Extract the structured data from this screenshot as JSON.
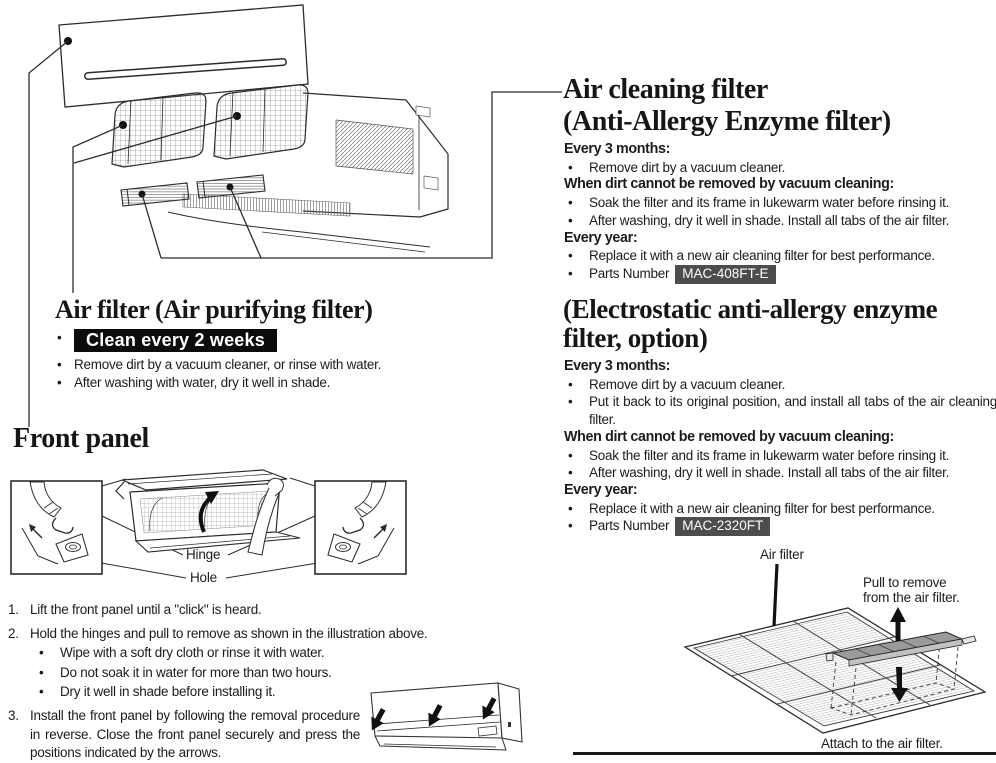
{
  "page": {
    "bg": "#ffffff",
    "ink": "#1c1c1c"
  },
  "colors": {
    "clean_badge_bg": "#0c0c0c",
    "clean_badge_text": "#ffffff",
    "parts_badge_bg": "#4d4d4d",
    "parts_badge_text": "#ffffff"
  },
  "air_filter": {
    "title": "Air filter (Air purifying filter)",
    "badge": "Clean every 2 weeks",
    "bullets": [
      "Remove dirt by a vacuum cleaner, or rinse with water.",
      "After washing with water, dry it well in shade."
    ]
  },
  "front_panel": {
    "title": "Front panel",
    "hinge_label": "Hinge",
    "hole_label": "Hole",
    "steps": [
      {
        "num": "1.",
        "text": "Lift the front panel until a \"click\" is heard.",
        "subs": []
      },
      {
        "num": "2.",
        "text": "Hold the hinges and pull to remove as shown in the illustration above.",
        "subs": [
          "Wipe with a soft dry cloth or rinse it with water.",
          "Do not soak it in water for more than two hours.",
          "Dry it well in shade before installing it."
        ]
      },
      {
        "num": "3.",
        "text": "Install the front panel by following the removal procedure in reverse. Close the front panel securely and press the positions indicated by the arrows.",
        "subs": []
      }
    ]
  },
  "air_cleaning": {
    "title_line1": "Air cleaning filter",
    "title_line2": "(Anti-Allergy Enzyme filter)",
    "every3_heading": "Every 3 months:",
    "every3_bullets": [
      "Remove dirt by a vacuum cleaner."
    ],
    "vacuum_heading": "When dirt cannot be removed by vacuum cleaning:",
    "vacuum_bullets": [
      "Soak the filter and its frame in lukewarm water before rinsing it.",
      "After washing, dry it well in shade. Install all tabs of the air filter."
    ],
    "year_heading": "Every year:",
    "year_bullets": [
      "Replace it with a new air cleaning filter for best performance."
    ],
    "parts_label": "Parts Number",
    "parts_number": "MAC-408FT-E"
  },
  "electrostatic": {
    "title_line1": "(Electrostatic anti-allergy enzyme",
    "title_line2": "filter, option)",
    "every3_heading": "Every 3 months:",
    "every3_bullets": [
      "Remove dirt by a vacuum cleaner.",
      "Put it back to its original position, and install all tabs of the air cleaning filter."
    ],
    "vacuum_heading": "When dirt cannot be removed by vacuum cleaning:",
    "vacuum_bullets": [
      "Soak the filter and its frame in lukewarm water before rinsing it.",
      "After washing, dry it well in shade. Install all tabs of the air filter."
    ],
    "year_heading": "Every year:",
    "year_bullets": [
      "Replace it with a new air cleaning filter for best performance."
    ],
    "parts_label": "Parts Number",
    "parts_number": "MAC-2320FT"
  },
  "attach_diagram": {
    "air_filter_label": "Air filter",
    "pull_line1": "Pull to remove",
    "pull_line2": "from the air filter.",
    "attach_label": "Attach to the air filter."
  }
}
